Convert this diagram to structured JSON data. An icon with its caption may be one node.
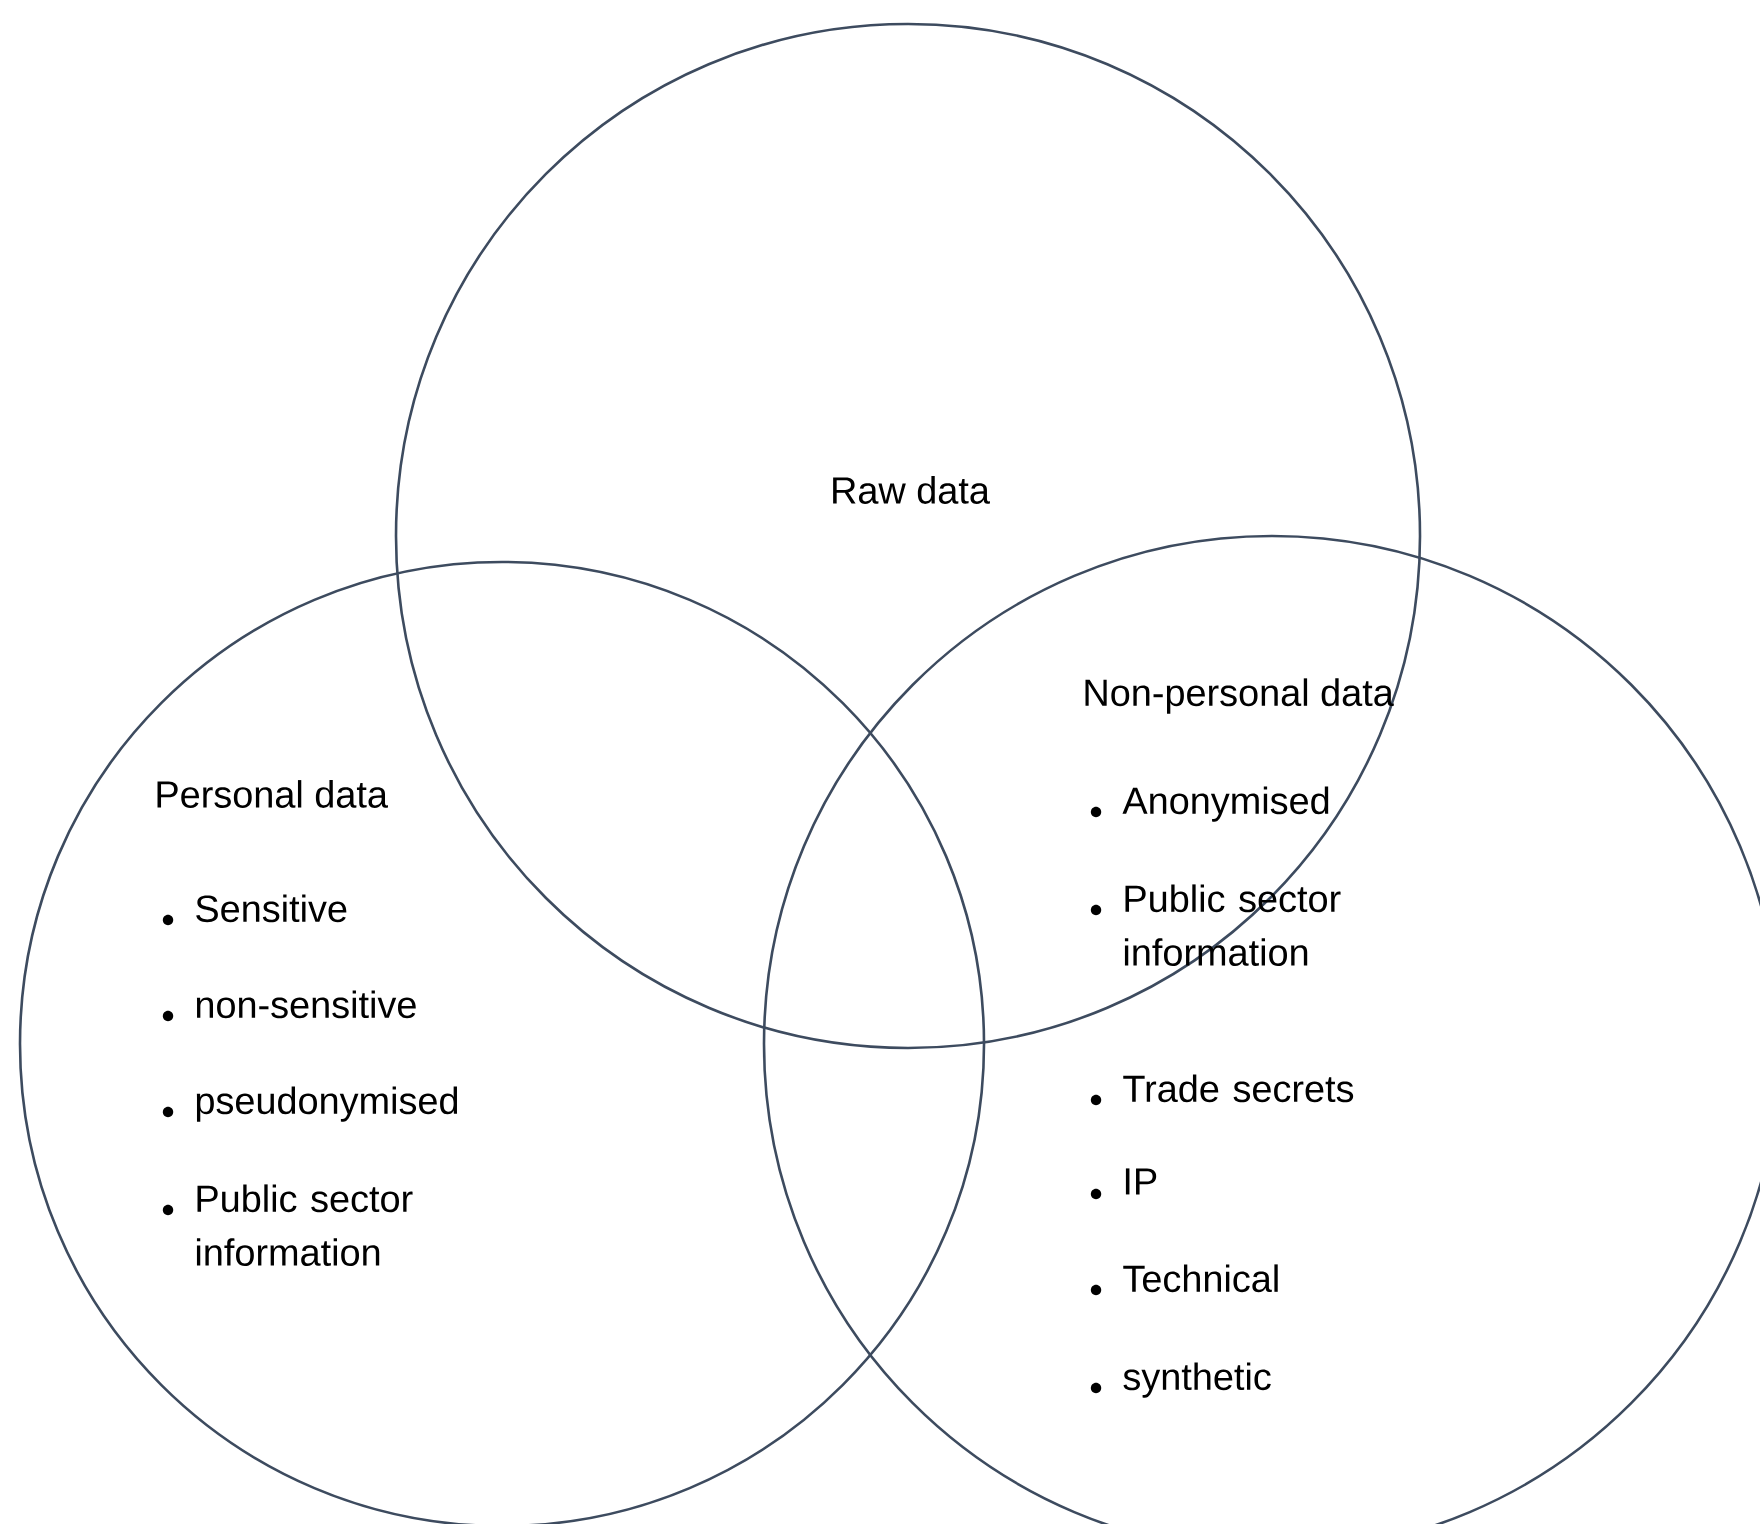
{
  "diagram": {
    "nodes": [
      {
        "text": [
          "Raw data"
        ]
      },
      {
        "text": [
          "Personal data",
          "Sensitive",
          "non-sensitive",
          "pseudonymised",
          "Public sector information"
        ]
      },
      {
        "text": [
          "Non-personal data",
          "Anonymised",
          "Public sector information",
          "Trade secrets",
          "IP",
          "Technical",
          "synthetic"
        ]
      }
    ]
  }
}
